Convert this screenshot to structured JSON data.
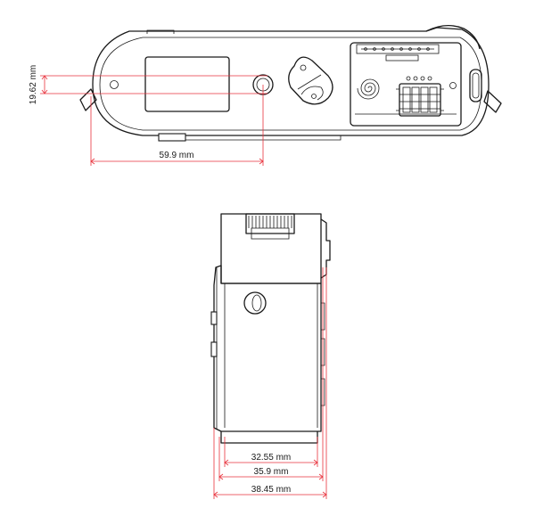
{
  "dimensions": {
    "top_view": {
      "height_label": "19.62 mm",
      "width_label": "59.9 mm"
    },
    "side_view": {
      "inner_label": "32.55 mm",
      "middle_label": "35.9 mm",
      "outer_label": "38.45 mm"
    }
  },
  "colors": {
    "outline": "#1a1a1a",
    "dimension": "#e8323c"
  }
}
